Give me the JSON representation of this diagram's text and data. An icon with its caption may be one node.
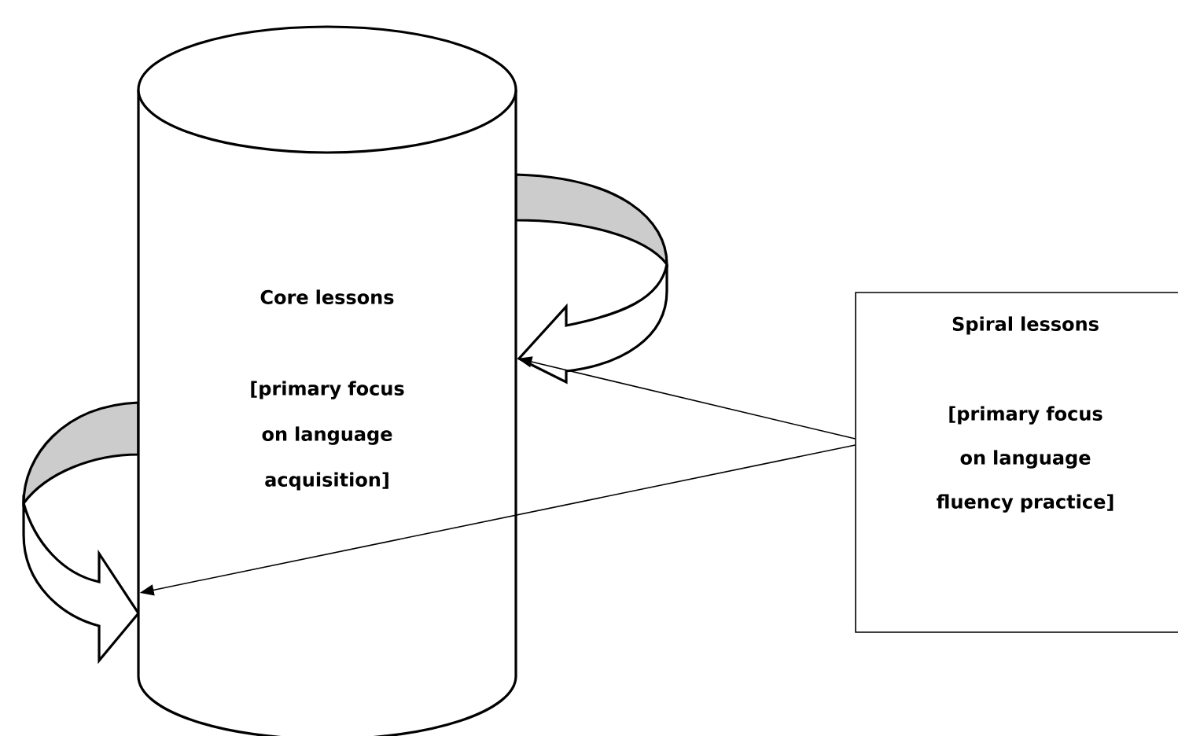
{
  "diagram": {
    "nodes": [
      {
        "text": [
          "Core lessons",
          "[primary focus on language acquisition]"
        ]
      },
      {
        "text": [
          "Spiral lessons",
          "[primary focus on language fluency practice]"
        ]
      }
    ],
    "edges": [
      {
        "from": 1,
        "to": 0,
        "arrow": "to"
      },
      {
        "from": 1,
        "to": 0,
        "arrow": "to"
      }
    ]
  }
}
